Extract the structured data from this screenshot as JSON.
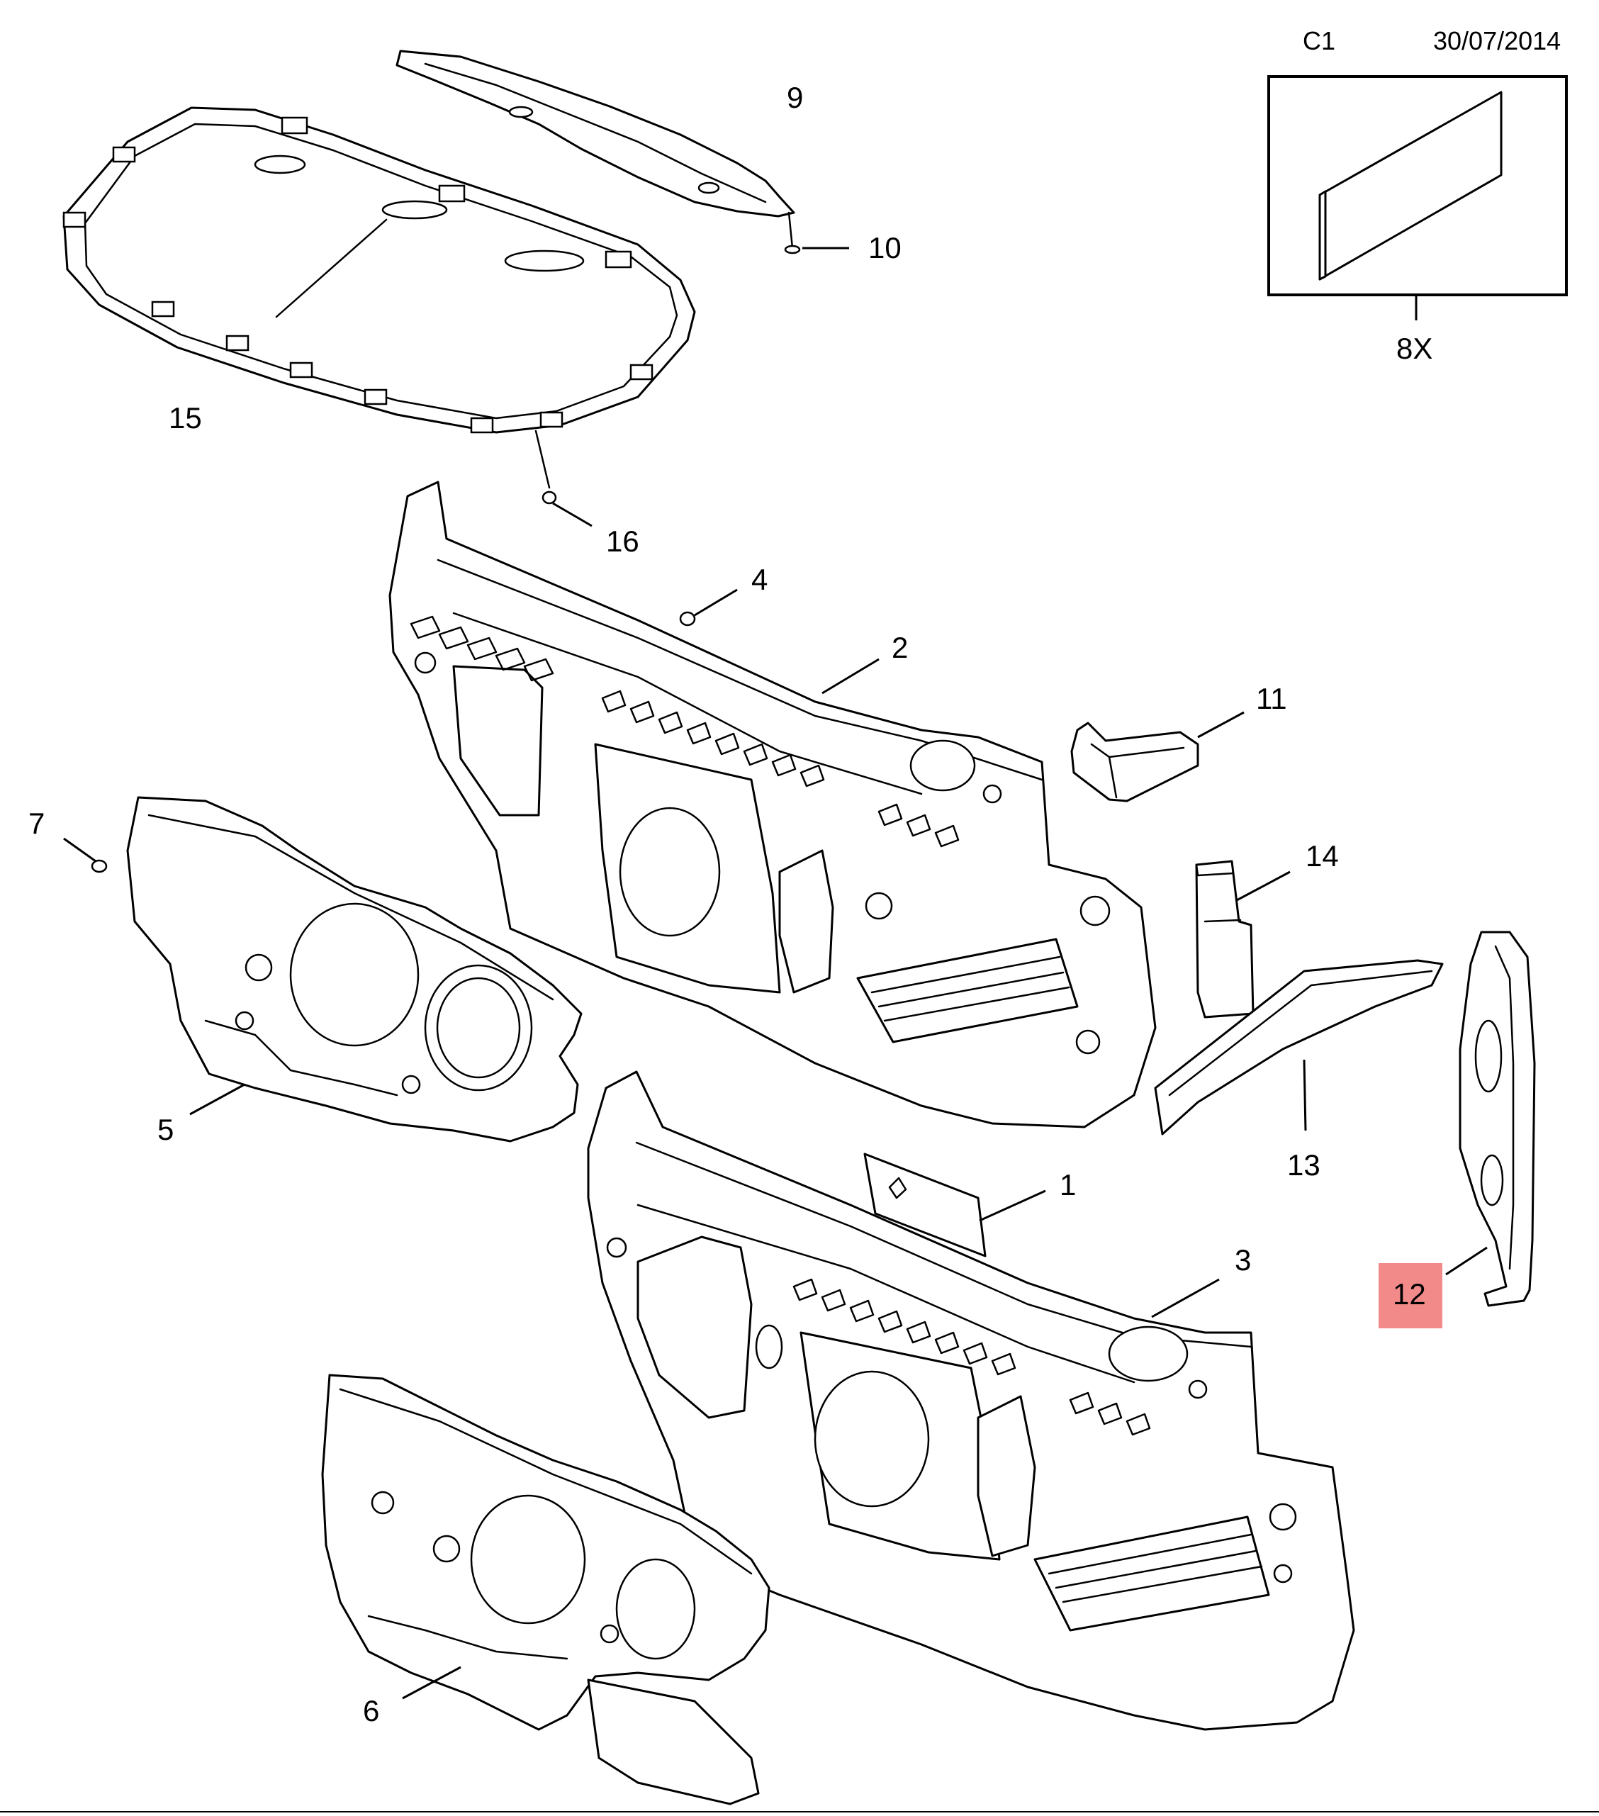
{
  "header": {
    "page_code": "C1",
    "date": "30/07/2014"
  },
  "inset": {
    "quantity_label": "8X"
  },
  "highlight_color": "#f28a8a",
  "callouts": {
    "c1": "1",
    "c2": "2",
    "c3": "3",
    "c4": "4",
    "c5": "5",
    "c6": "6",
    "c7": "7",
    "c9": "9",
    "c10": "10",
    "c11": "11",
    "c12": "12",
    "c13": "13",
    "c14": "14",
    "c15": "15",
    "c16": "16"
  }
}
